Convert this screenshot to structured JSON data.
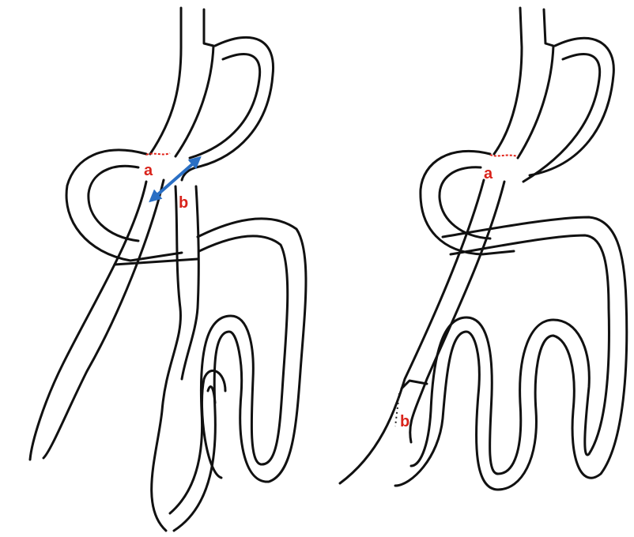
{
  "colors": {
    "outline": "#111111",
    "label": "#d9231b",
    "seam": "#e2231a",
    "arrow": "#2a6fc4",
    "background": "#ffffff"
  },
  "left_diagram": {
    "label_a": "a",
    "label_b": "b",
    "has_double_arrow": true
  },
  "right_diagram": {
    "label_a": "a",
    "label_b": "b",
    "has_double_arrow": false
  }
}
